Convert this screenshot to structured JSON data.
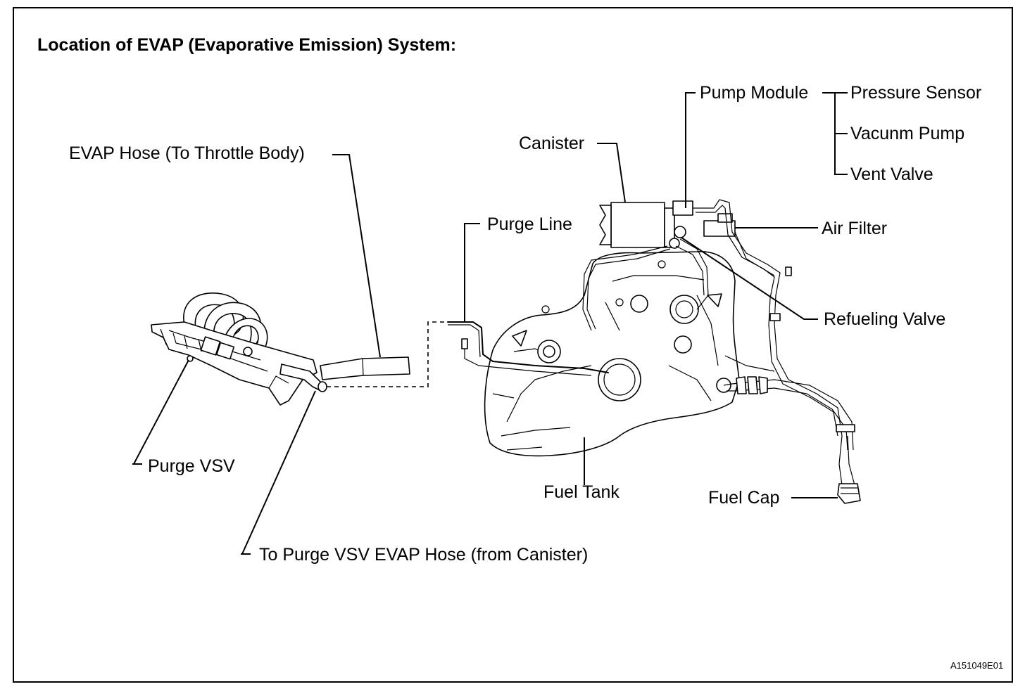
{
  "title": "Location of EVAP (Evaporative Emission) System:",
  "labels": {
    "evap_hose_throttle": "EVAP Hose (To Throttle Body)",
    "purge_vsv": "Purge VSV",
    "to_purge_vsv_hose": "To Purge VSV EVAP Hose (from Canister)",
    "purge_line": "Purge Line",
    "canister": "Canister",
    "pump_module": "Pump Module",
    "pressure_sensor": "Pressure Sensor",
    "vacuum_pump": "Vacunm Pump",
    "vent_valve": "Vent Valve",
    "air_filter": "Air Filter",
    "refueling_valve": "Refueling Valve",
    "fuel_tank": "Fuel Tank",
    "fuel_cap": "Fuel Cap"
  },
  "figure_code": "A151049E01"
}
